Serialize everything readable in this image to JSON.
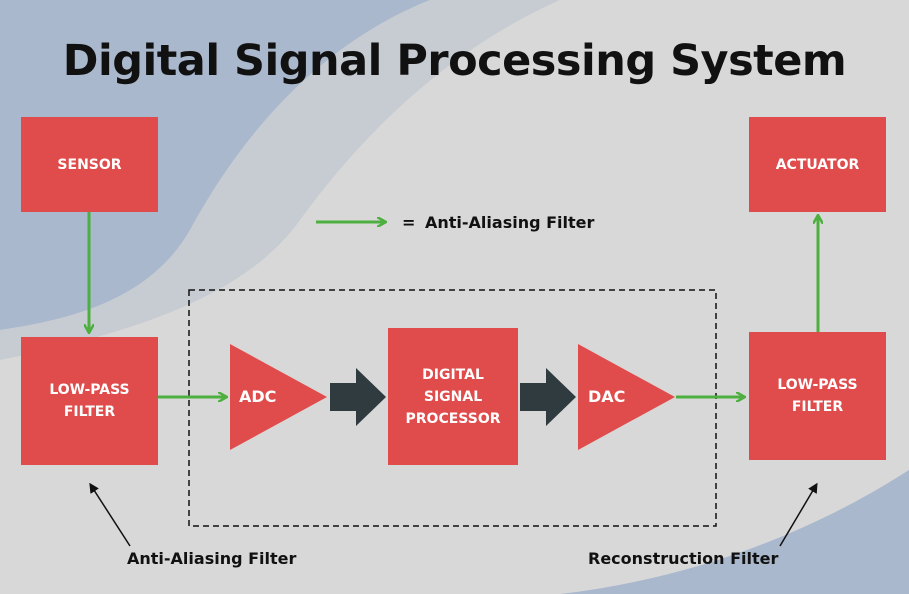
{
  "title": "Digital Signal Processing System",
  "colors": {
    "block": "#e04b4b",
    "signal_arrow": "#4caf3f",
    "flow_arrow": "#2f3b3e",
    "background": "#dadada",
    "accent_blue": "#a9b8cc"
  },
  "nodes": {
    "sensor": "SENSOR",
    "lowpass_in": "LOW-PASS\nFILTER",
    "adc": "ADC",
    "dsp": "DIGITAL\nSIGNAL\nPROCESSOR",
    "dac": "DAC",
    "lowpass_out": "LOW-PASS\nFILTER",
    "actuator": "ACTUATOR"
  },
  "legend": {
    "eq": "=",
    "label": "Anti-Aliasing Filter"
  },
  "captions": {
    "left": "Anti-Aliasing Filter",
    "right": "Reconstruction Filter"
  }
}
